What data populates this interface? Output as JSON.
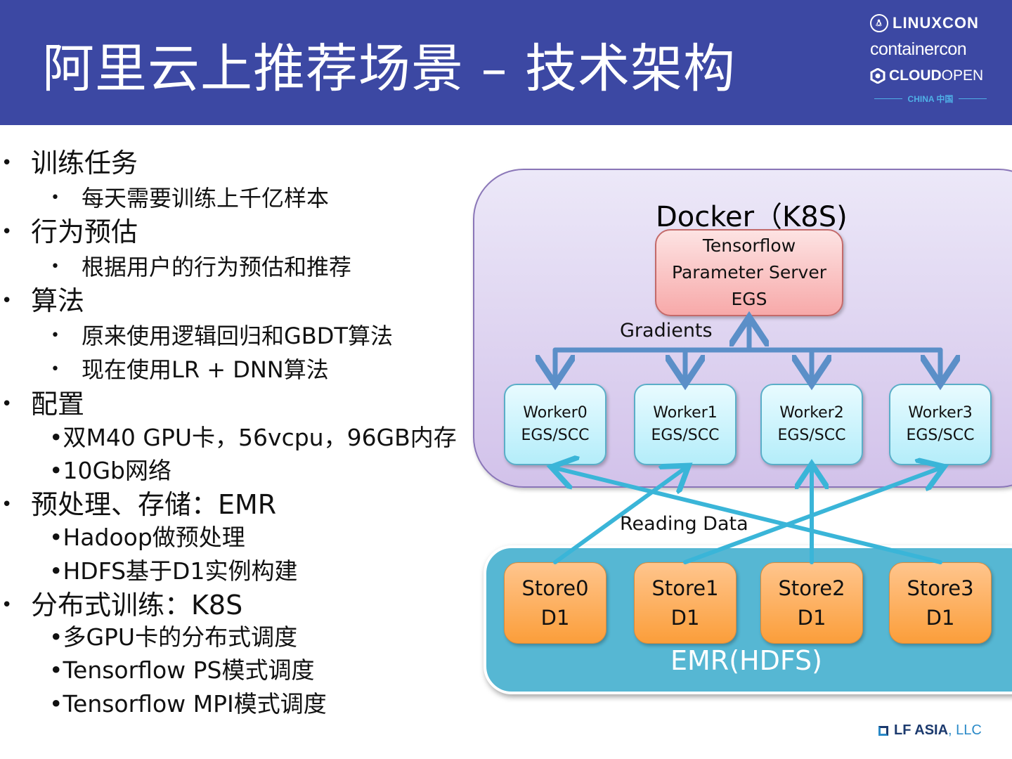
{
  "header": {
    "title": "阿里云上推荐场景 – 技术架构",
    "logos": {
      "linuxcon": "LINUXCON",
      "containercon": "containercon",
      "cloudopen_bold": "CLOUD",
      "cloudopen_light": "OPEN",
      "china": "CHINA 中国"
    },
    "colors": {
      "banner": "#3c48a3",
      "china_accent": "#4fb0e6"
    }
  },
  "bullets": [
    {
      "level": 1,
      "text": "训练任务"
    },
    {
      "level": 2,
      "text": "每天需要训练上千亿样本"
    },
    {
      "level": 1,
      "text": "行为预估"
    },
    {
      "level": 2,
      "text": "根据用户的行为预估和推荐"
    },
    {
      "level": 1,
      "text": "算法"
    },
    {
      "level": 2,
      "text": "原来使用逻辑回归和GBDT算法"
    },
    {
      "level": 2,
      "text": "现在使用LR + DNN算法"
    },
    {
      "level": 1,
      "text": "配置"
    },
    {
      "level": 3,
      "text": "•双M40 GPU卡，56vcpu，96GB内存"
    },
    {
      "level": 3,
      "text": "•10Gb网络"
    },
    {
      "level": 1,
      "text": "预处理、存储：EMR"
    },
    {
      "level": 3,
      "text": "•Hadoop做预处理"
    },
    {
      "level": 3,
      "text": "•HDFS基于D1实例构建"
    },
    {
      "level": 1,
      "text": "分布式训练：K8S"
    },
    {
      "level": 3,
      "text": "•多GPU卡的分布式调度"
    },
    {
      "level": 3,
      "text": "•Tensorflow PS模式调度"
    },
    {
      "level": 3,
      "text": "•Tensorflow MPI模式调度"
    }
  ],
  "bullet_glyph": "•",
  "diagram": {
    "docker_label": "Docker（K8S)",
    "parameter_server": {
      "line1": "Tensorflow",
      "line2": "Parameter Server",
      "line3": "EGS"
    },
    "gradients_label": "Gradients",
    "workers": [
      {
        "name": "Worker0",
        "type": "EGS/SCC"
      },
      {
        "name": "Worker1",
        "type": "EGS/SCC"
      },
      {
        "name": "Worker2",
        "type": "EGS/SCC"
      },
      {
        "name": "Worker3",
        "type": "EGS/SCC"
      }
    ],
    "reading_label": "Reading Data",
    "stores": [
      {
        "name": "Store0",
        "type": "D1"
      },
      {
        "name": "Store1",
        "type": "D1"
      },
      {
        "name": "Store2",
        "type": "D1"
      },
      {
        "name": "Store3",
        "type": "D1"
      }
    ],
    "emr_label": "EMR(HDFS)",
    "read_links": [
      {
        "from": "Store0",
        "to": "Worker1"
      },
      {
        "from": "Store1",
        "to": "Worker3"
      },
      {
        "from": "Store2",
        "to": "Worker2"
      },
      {
        "from": "Store3",
        "to": "Worker0"
      }
    ],
    "colors": {
      "gradient_arrows": "#5b8fc8",
      "read_arrows": "#3ab5d8",
      "emr_fill": "#56b7d3"
    }
  },
  "footer": {
    "org_bold": "LF ASIA",
    "org_suffix": ", LLC"
  }
}
